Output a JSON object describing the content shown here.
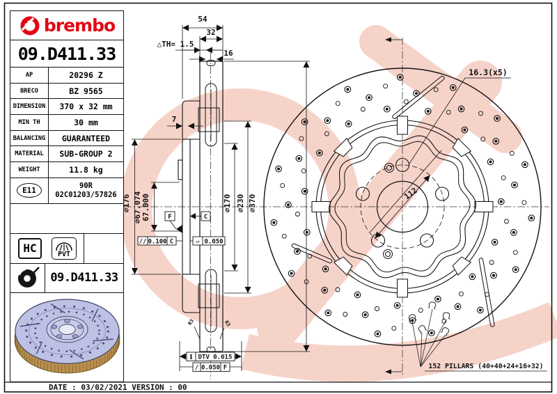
{
  "panel": {
    "logo_text": "brembo",
    "part_number": "09.D411.33",
    "specs": [
      {
        "label": "AP",
        "value": "20296 Z"
      },
      {
        "label": "BRECO",
        "value": "BZ 9565"
      },
      {
        "label": "DIMENSION",
        "value": "370 x 32 mm"
      },
      {
        "label": "MIN TH",
        "value": "30 mm"
      },
      {
        "label": "BALANCING",
        "value": "GUARANTEED"
      },
      {
        "label": "MATERIAL",
        "value": "SUB-GROUP 2"
      },
      {
        "label": "WEIGHT",
        "value": "11.8 kg"
      }
    ],
    "homologation": {
      "badge": "E11",
      "line1": "90R",
      "line2": "02C01203/57826"
    },
    "marks": {
      "hc": "HC",
      "pvt": "PVT"
    },
    "part_number_2": "09.D411.33"
  },
  "section": {
    "dim_54": "54",
    "dim_32": "32",
    "dim_th": "△TH= 1.5",
    "dim_16": "16",
    "dim_7": "7",
    "dia_176": "⌀176",
    "dia_67a": "⌀67.074",
    "dia_67b": "67.000",
    "dia_170": "⌀170",
    "dia_230": "⌀230",
    "dia_370": "⌀370",
    "datum_f": "F",
    "datum_c": "C",
    "tol_parallel": {
      "sym": "//",
      "val": "0.100",
      "ref": "C"
    },
    "tol_flat": {
      "sym": "▱",
      "val": "0.050"
    },
    "tol_dtv": {
      "sym": "I",
      "val": "DTV 0.015"
    },
    "tol_runout": {
      "sym": "/",
      "val": "0.050",
      "ref": "F"
    },
    "r3_left": "R3",
    "r3_right": "R3"
  },
  "front": {
    "holes_label": "16.3(x5)",
    "pcd_label": "112",
    "pillars_label": "152 PILLARS (40+40+24+16+32)"
  },
  "footer": {
    "text": "DATE : 03/02/2021 VERSION : 00"
  },
  "colors": {
    "brand_red": "#e30613",
    "watermark_pink": "#f6d3c9",
    "line_black": "#111111",
    "photo_disc_lavender": "#bdc1e3",
    "photo_rim_gold": "#b98f4e"
  }
}
